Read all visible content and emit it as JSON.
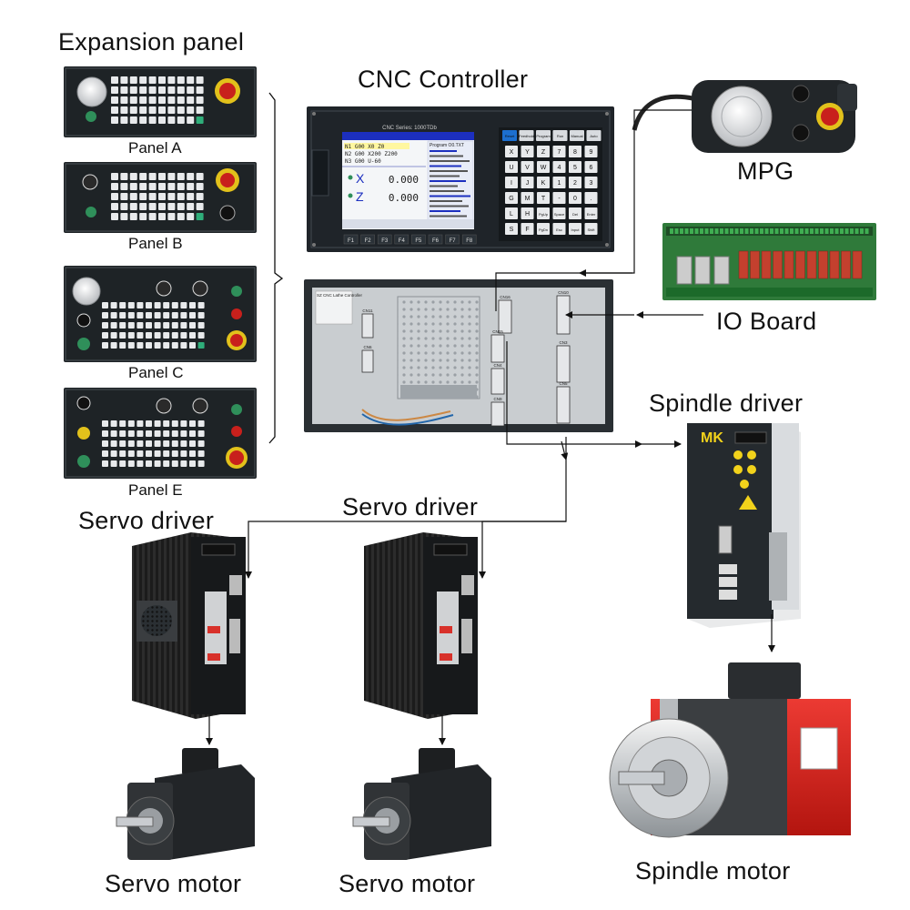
{
  "labels": {
    "expansion_panel": "Expansion panel",
    "panel_a": "Panel A",
    "panel_b": "Panel B",
    "panel_c": "Panel C",
    "panel_e": "Panel E",
    "cnc_controller": "CNC Controller",
    "mpg": "MPG",
    "io_board": "IO Board",
    "spindle_driver": "Spindle driver",
    "servo_driver_left": "Servo driver",
    "servo_driver_right": "Servo driver",
    "servo_motor_left": "Servo motor",
    "servo_motor_right": "Servo motor",
    "spindle_motor": "Spindle motor"
  },
  "screen": {
    "series": "CNC Series: 1000TDb",
    "line1": "N1 G00 X0 Z0",
    "line2": "N2 G00 X200 Z200",
    "line3": "N3 G00 U-60",
    "axis_x": "X",
    "axis_z": "Z",
    "value_x": "0.000",
    "value_z": "0.000",
    "program": "Program O0.TXT",
    "softkeys": [
      "F1",
      "F2",
      "F3",
      "F4",
      "F5",
      "F6",
      "F7",
      "F8"
    ]
  },
  "keypad": {
    "top_row": [
      "Reset",
      "Feedhold",
      "Program",
      "Run",
      "Manual",
      "Auto"
    ],
    "keys": [
      "X",
      "Y",
      "Z",
      "7",
      "8",
      "9",
      "U",
      "V",
      "W",
      "4",
      "5",
      "6",
      "I",
      "J",
      "K",
      "1",
      "2",
      "3",
      "G",
      "M",
      "T",
      "-",
      "0",
      ".",
      "L",
      "H",
      "PgUp",
      "Space",
      "Del",
      "Enter",
      "S",
      "F",
      "PgDn",
      "Esc",
      "Input",
      "Shift"
    ]
  },
  "rear": {
    "title": "SZ CNC Lathe Controller",
    "connectors": [
      "CN11",
      "CN6",
      "CN16",
      "CN10",
      "CN15",
      "CN3",
      "CN4",
      "CN5",
      "CN9"
    ]
  },
  "spindle_brand": "MK",
  "colors": {
    "panel_dark": "#1e2326",
    "estop_red": "#c8201c",
    "estop_yellow": "#e2c11b",
    "green_button": "#2f8f5a",
    "screen_blue": "#1c2fbf",
    "io_board_green": "#2f7a3a",
    "relay_red": "#c4402e",
    "spindle_motor_red": "#d8231f",
    "spindle_driver_yellow": "#f2d21b"
  }
}
